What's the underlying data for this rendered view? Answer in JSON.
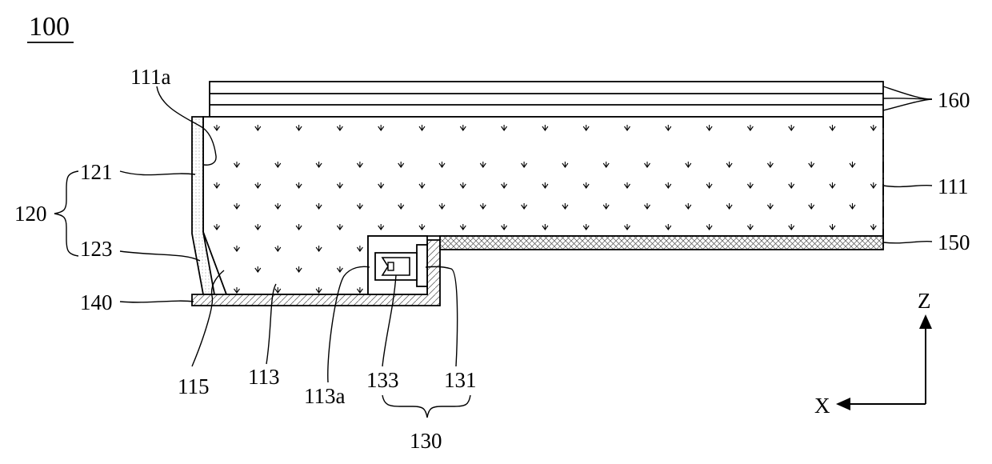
{
  "figure": {
    "title": "100",
    "labels": {
      "l111a": "111a",
      "l121": "121",
      "l120": "120",
      "l123": "123",
      "l140": "140",
      "l115": "115",
      "l113": "113",
      "l113a": "113a",
      "l133": "133",
      "l131": "131",
      "l130": "130",
      "l160": "160",
      "l111": "111",
      "l150": "150"
    },
    "axes": {
      "z": "Z",
      "x": "X"
    }
  }
}
